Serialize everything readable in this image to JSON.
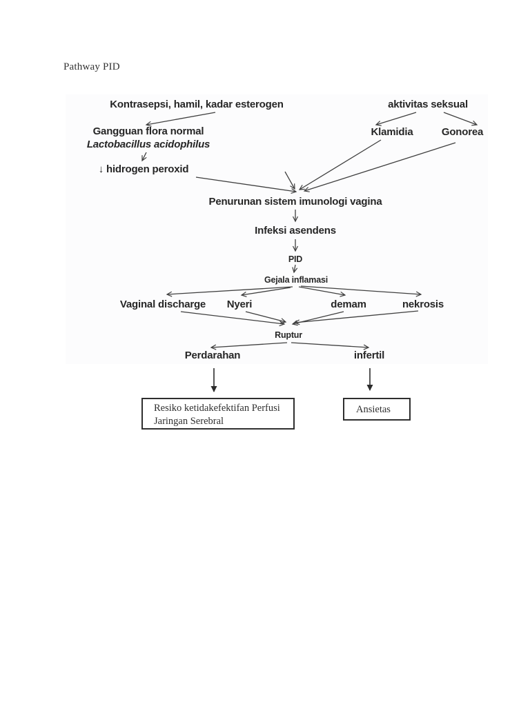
{
  "page": {
    "title": "Pathway PID"
  },
  "diagram": {
    "nodes": {
      "kontrasepsi": "Kontrasepsi, hamil, kadar esterogen",
      "aktivitas": "aktivitas seksual",
      "gangguan": "Gangguan flora normal",
      "lactobacillus": "Lactobacillus acidophilus",
      "hidrogen": "↓ hidrogen peroxid",
      "klamidia": "Klamidia",
      "gonorea": "Gonorea",
      "penurunan": "Penurunan sistem imunologi vagina",
      "infeksi": "Infeksi asendens",
      "pid": "PID",
      "gejala": "Gejala inflamasi",
      "vaginal": "Vaginal discharge",
      "nyeri": "Nyeri",
      "demam": "demam",
      "nekrosis": "nekrosis",
      "ruptur": "Ruptur",
      "perdarahan": "Perdarahan",
      "infertil": "infertil"
    },
    "boxes": {
      "resiko_line1": "Resiko ketidakefektifan Perfusi",
      "resiko_line2": "Jaringan Serebral",
      "ansietas": "Ansietas"
    },
    "colors": {
      "line": "#3f3f3f",
      "text": "#262626",
      "box_border": "#2e2e2e",
      "diagram_bg": "#fcfcfd",
      "page_bg": "#ffffff"
    }
  }
}
